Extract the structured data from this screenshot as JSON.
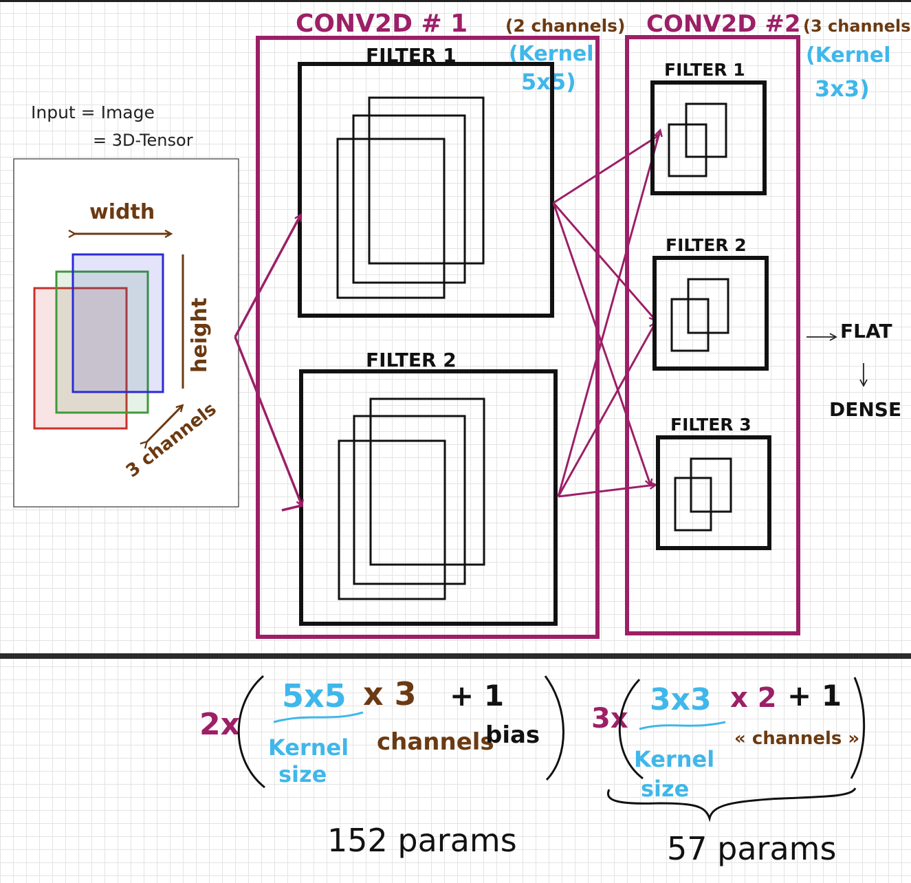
{
  "colors": {
    "purple": "#9c1f67",
    "brown": "#6b3a12",
    "blue": "#3fb7ea",
    "ink": "#111111",
    "red_channel": "#c8312b",
    "green_channel": "#3d9a3a",
    "blue_channel": "#2a2ad6"
  },
  "input": {
    "line1": "Input = Image",
    "line2": "= 3D-Tensor",
    "width_label": "width",
    "height_label": "height",
    "channels_label": "3 channels"
  },
  "conv1": {
    "title": "CONV2D # 1",
    "channels_note": "(2 channels)",
    "kernel_line1": "(Kernel",
    "kernel_line2": "5x5)",
    "filter1": "FILTER 1",
    "filter2": "FILTER 2"
  },
  "conv2": {
    "title": "CONV2D #2",
    "channels_note": "(3 channels)",
    "kernel_line1": "(Kernel",
    "kernel_line2": "3x3)",
    "filter1": "FILTER 1",
    "filter2": "FILTER 2",
    "filter3": "FILTER 3"
  },
  "flow": {
    "flat": "FLAT",
    "dense": "DENSE"
  },
  "formula1": {
    "multiplier": "2x",
    "kernel": "5x5",
    "channels": "x 3",
    "bias": "+ 1",
    "kernel_label1": "Kernel",
    "kernel_label2": "size",
    "channels_label": "channels",
    "bias_label": "bias",
    "result": "152 params"
  },
  "formula2": {
    "multiplier": "3x",
    "kernel": "3x3",
    "channels": "x 2",
    "bias": "+ 1",
    "kernel_label1": "Kernel",
    "kernel_label2": "size",
    "channels_label": "« channels »",
    "result": "57 params"
  }
}
